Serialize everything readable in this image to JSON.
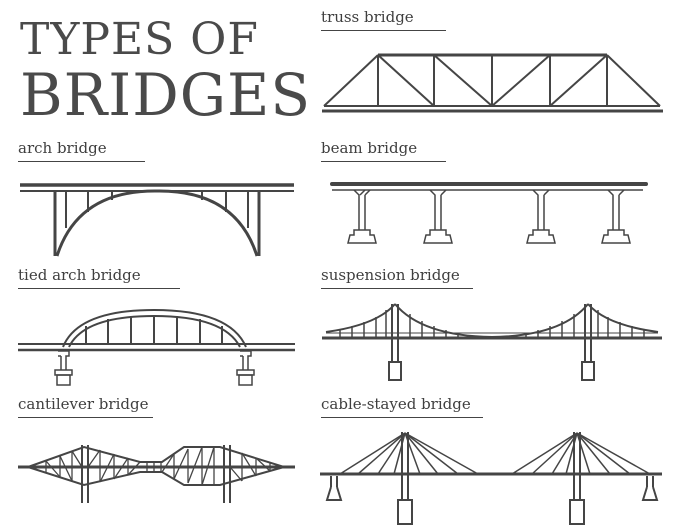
{
  "title": {
    "line1": "TYPES OF",
    "line2": "BRIDGES"
  },
  "bridges": [
    {
      "id": "truss",
      "label": "truss bridge"
    },
    {
      "id": "arch",
      "label": "arch bridge"
    },
    {
      "id": "beam",
      "label": "beam bridge"
    },
    {
      "id": "tied-arch",
      "label": "tied arch bridge"
    },
    {
      "id": "suspension",
      "label": "suspension bridge"
    },
    {
      "id": "cantilever",
      "label": "cantilever bridge"
    },
    {
      "id": "cable-stayed",
      "label": "cable-stayed bridge"
    }
  ],
  "colors": {
    "line": "#454545",
    "background": "#ffffff"
  }
}
